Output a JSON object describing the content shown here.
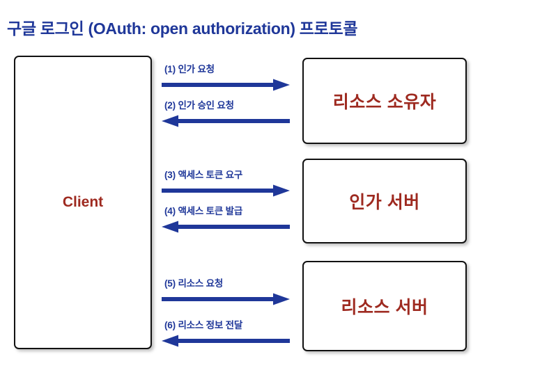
{
  "title": "구글 로그인 (OAuth: open authorization) 프로토콜",
  "colors": {
    "title_blue": "#1f3799",
    "arrow_blue": "#1f3799",
    "node_label_red": "#9e2a20",
    "box_border": "#111111",
    "background": "#ffffff"
  },
  "nodes": {
    "client": "Client",
    "resource_owner": "리소스 소유자",
    "auth_server": "인가 서버",
    "resource_server": "리소스 서버"
  },
  "flows": [
    {
      "label": "(1) 인가 요청",
      "direction": "right",
      "from": "client",
      "to": "resource_owner"
    },
    {
      "label": "(2) 인가 승인 요청",
      "direction": "left",
      "from": "resource_owner",
      "to": "client"
    },
    {
      "label": "(3) 액세스 토큰 요구",
      "direction": "right",
      "from": "client",
      "to": "auth_server"
    },
    {
      "label": "(4) 액세스 토큰 발급",
      "direction": "left",
      "from": "auth_server",
      "to": "client"
    },
    {
      "label": "(5) 리소스 요청",
      "direction": "right",
      "from": "client",
      "to": "resource_server"
    },
    {
      "label": "(6) 리소스 정보 전달",
      "direction": "left",
      "from": "resource_server",
      "to": "client"
    }
  ]
}
